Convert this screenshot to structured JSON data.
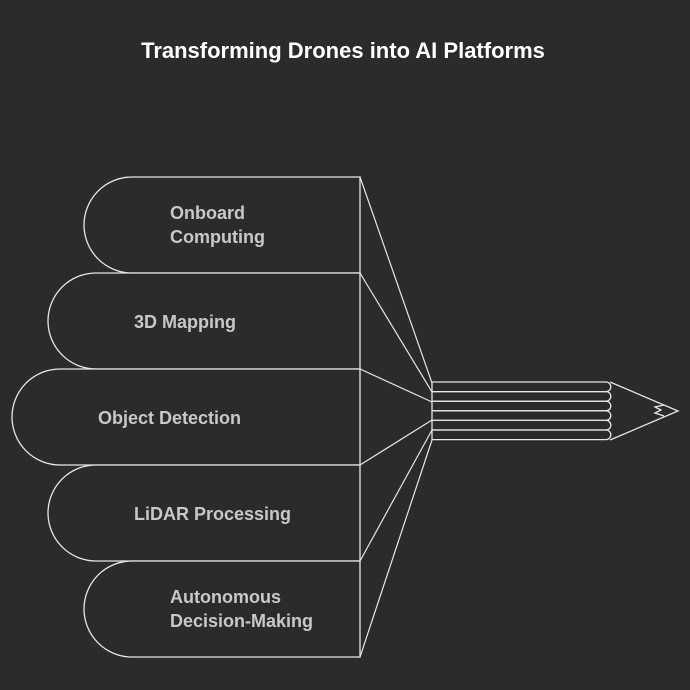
{
  "title": "Transforming Drones into AI Platforms",
  "stages": [
    {
      "lines": [
        "Onboard",
        "Computing"
      ]
    },
    {
      "lines": [
        "3D Mapping"
      ]
    },
    {
      "lines": [
        "Object Detection"
      ]
    },
    {
      "lines": [
        "LiDAR Processing"
      ]
    },
    {
      "lines": [
        "Autonomous",
        "Decision-Making"
      ]
    }
  ],
  "colors": {
    "background": "#2b2b2b",
    "stroke": "#e6e6e6",
    "label": "#c8c8c8",
    "title": "#ffffff"
  },
  "icon": "pencil-icon"
}
